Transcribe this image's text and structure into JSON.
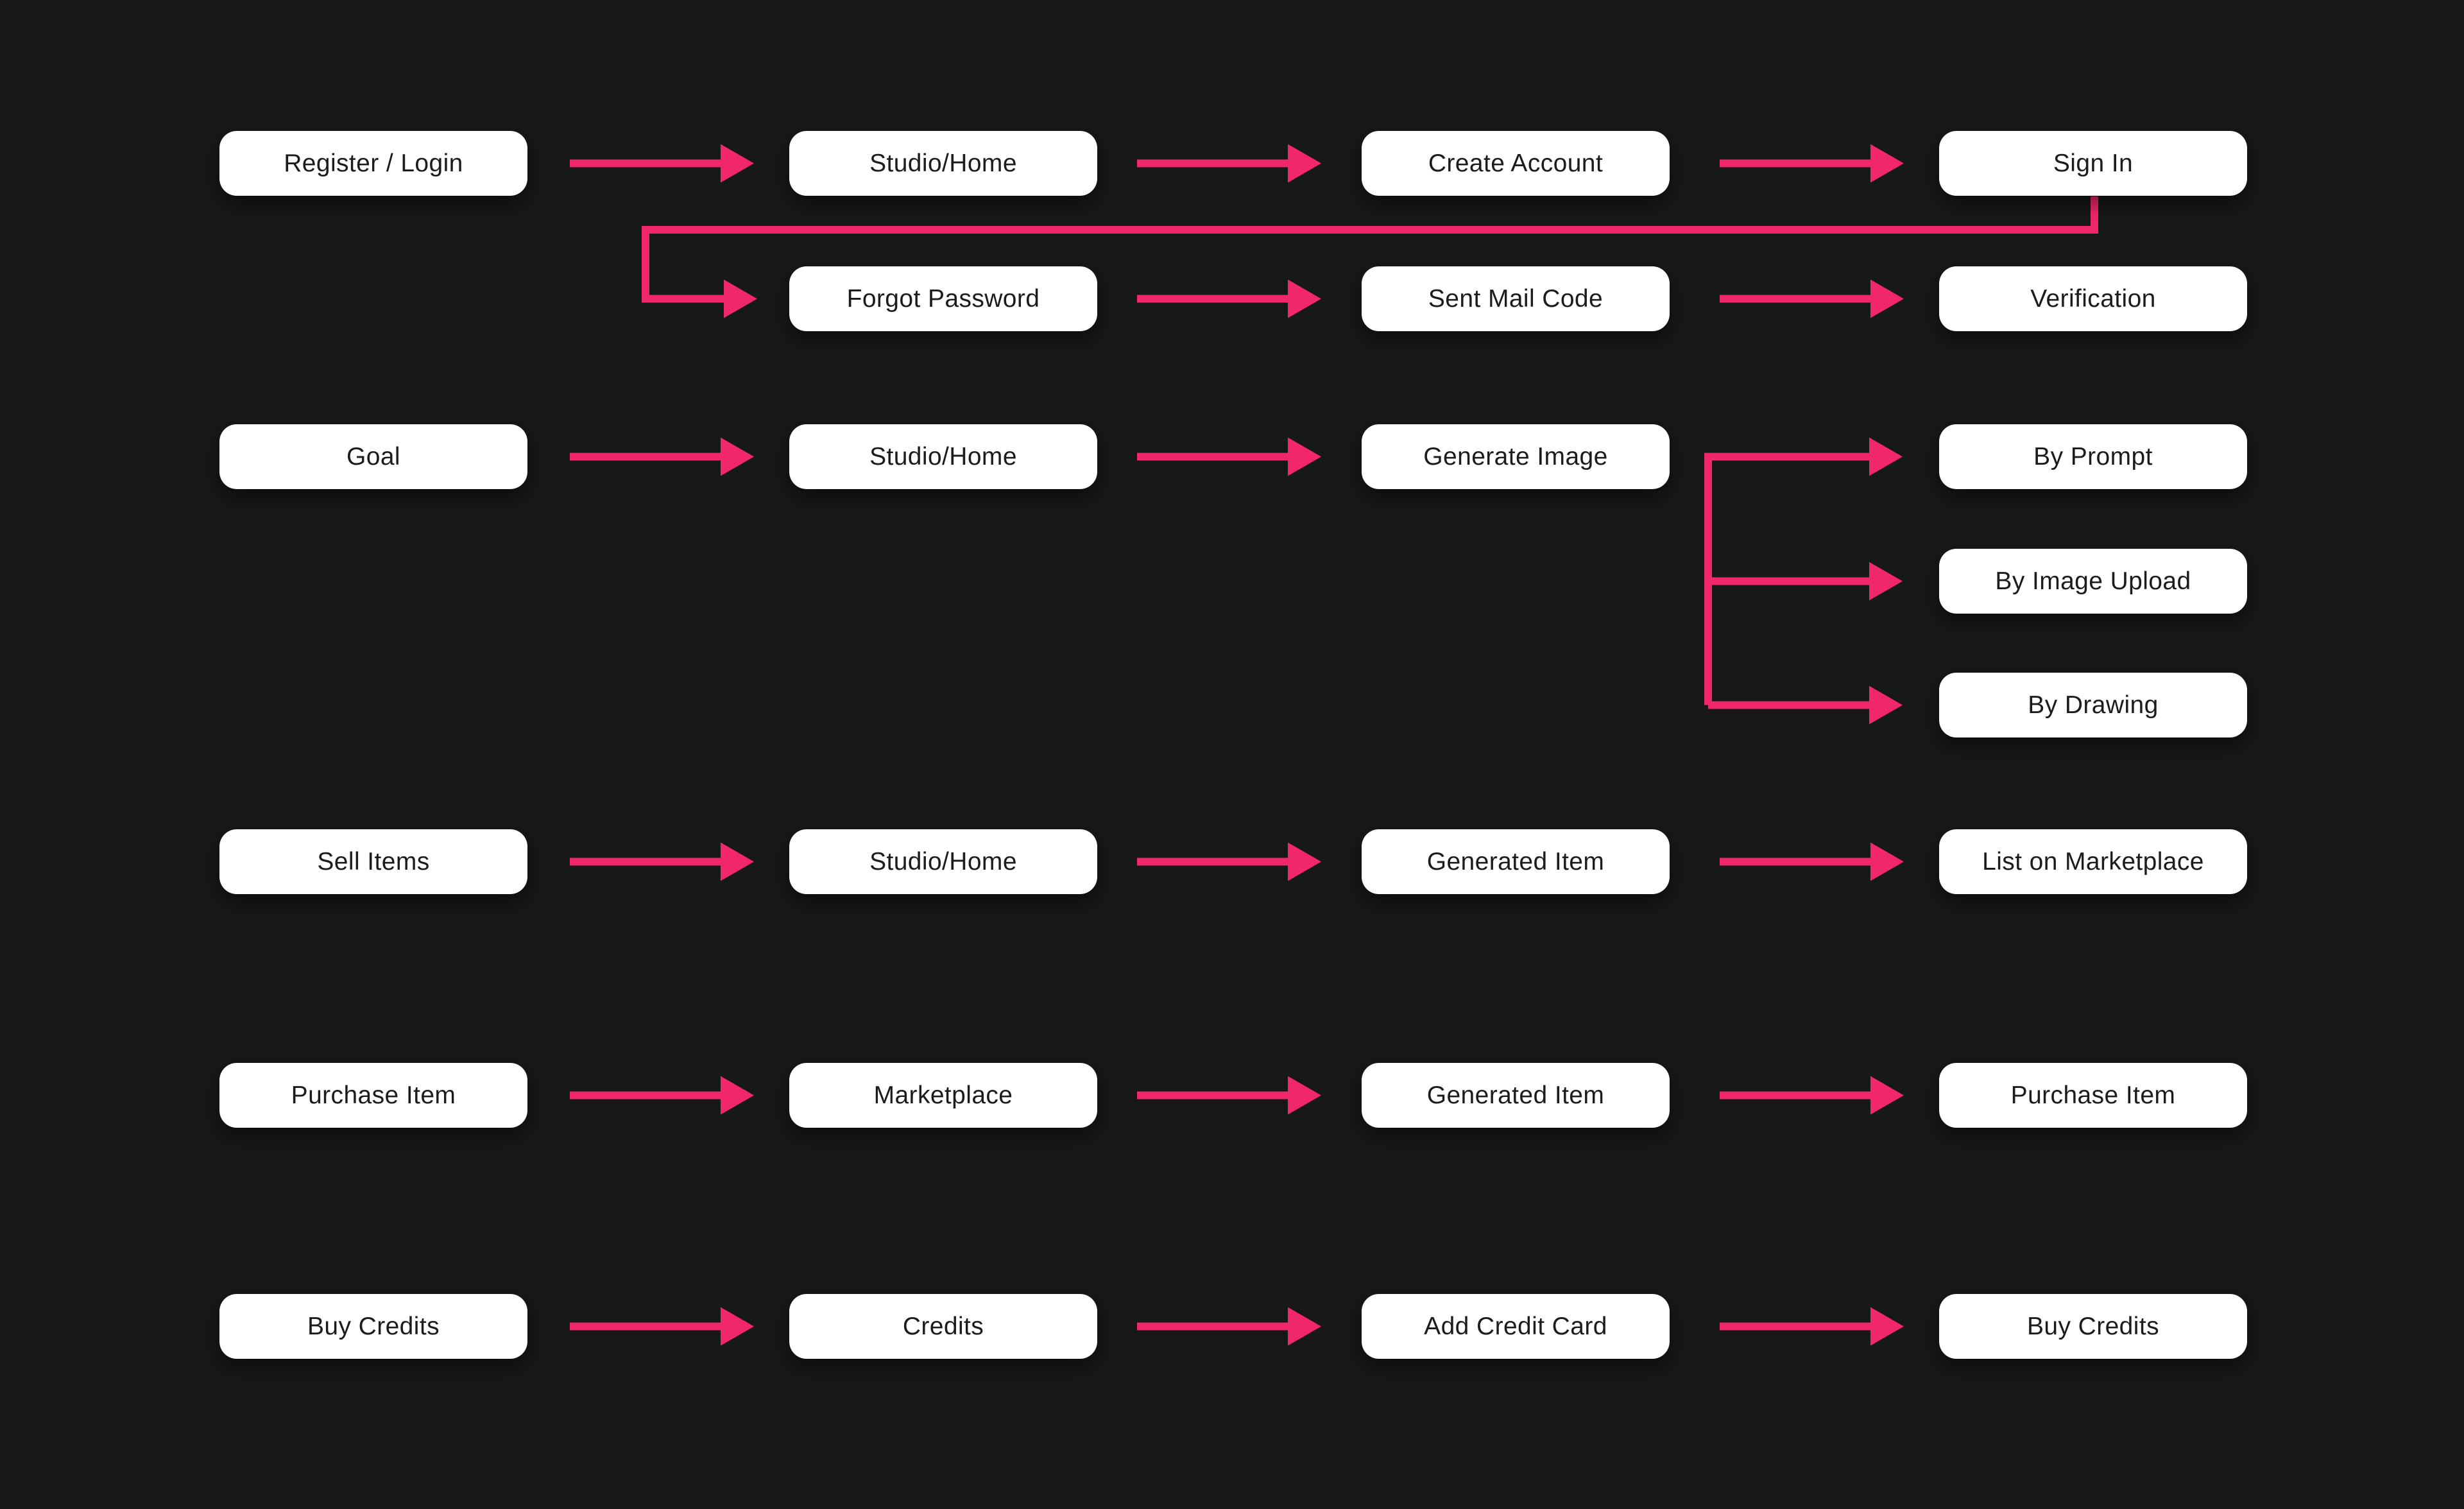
{
  "colors": {
    "background": "#17181a",
    "arrow": "#f0276b",
    "node_bg": "#ffffff",
    "node_text": "#1c1c1f"
  },
  "diagram": {
    "rows": [
      {
        "id": "register-login-flow",
        "nodes": [
          "Register / Login",
          "Studio/Home",
          "Create Account",
          "Sign In"
        ]
      },
      {
        "id": "forgot-password-flow",
        "nodes": [
          "Forgot Password",
          "Sent Mail Code",
          "Verification"
        ]
      },
      {
        "id": "goal-flow",
        "nodes": [
          "Goal",
          "Studio/Home",
          "Generate Image",
          "By Prompt",
          "By Image Upload",
          "By Drawing"
        ]
      },
      {
        "id": "sell-items-flow",
        "nodes": [
          "Sell Items",
          "Studio/Home",
          "Generated Item",
          "List on Marketplace"
        ]
      },
      {
        "id": "purchase-item-flow",
        "nodes": [
          "Purchase Item",
          "Marketplace",
          "Generated Item",
          "Purchase Item"
        ]
      },
      {
        "id": "buy-credits-flow",
        "nodes": [
          "Buy Credits",
          "Credits",
          "Add Credit Card",
          "Buy Credits"
        ]
      }
    ]
  }
}
